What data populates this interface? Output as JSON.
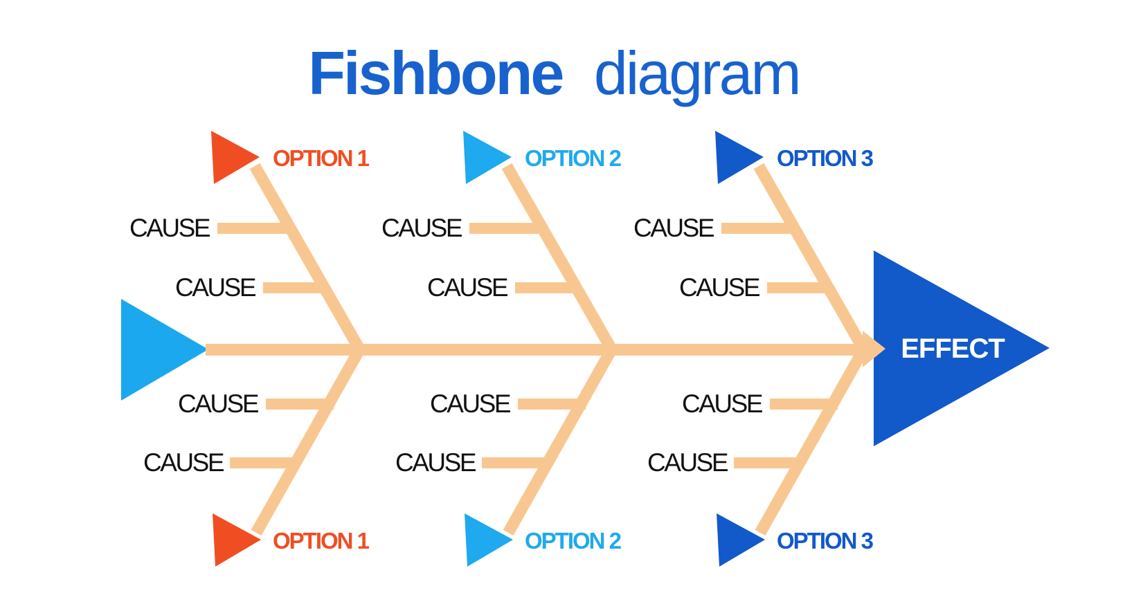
{
  "title": {
    "bold_word": "Fishbone",
    "light_word": "diagram"
  },
  "labels": {
    "cause": "CAUSE",
    "effect": "EFFECT"
  },
  "options": [
    {
      "label": "OPTION 1",
      "color": "#F04E22"
    },
    {
      "label": "OPTION 2",
      "color": "#1FA9EE"
    },
    {
      "label": "OPTION 3",
      "color": "#1259C9"
    }
  ],
  "colors": {
    "title_blue": "#1862CE",
    "bone_peach": "#F8C791",
    "tail_azure": "#1BA8EE",
    "effect_blue": "#1259C9",
    "cause_text": "#111111",
    "effect_text": "#FFFFFF",
    "background": "#FFFFFF"
  }
}
